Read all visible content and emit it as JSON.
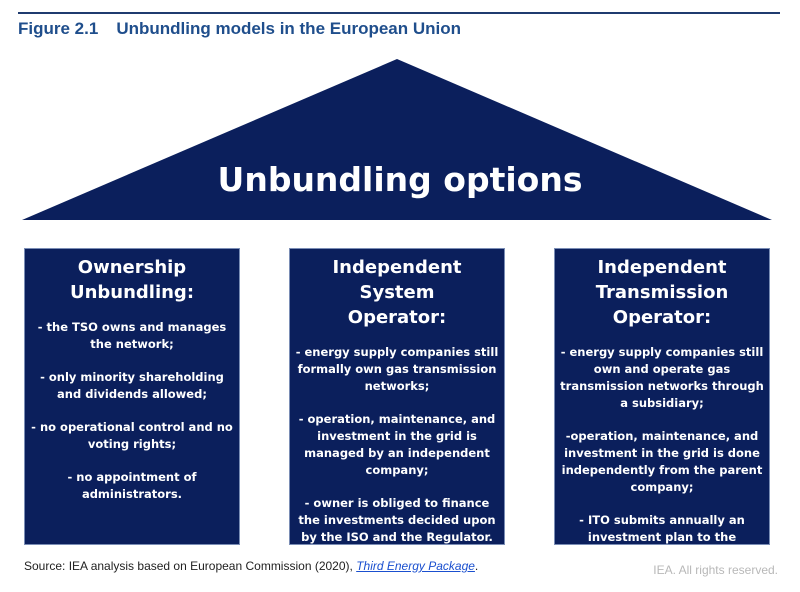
{
  "figure": {
    "label": "Figure 2.1",
    "title": "Unbundling models in the European Union"
  },
  "roof": {
    "text": "Unbundling options",
    "color": "#0b1f5c"
  },
  "pillars": [
    {
      "title_lines": [
        "Ownership",
        "Unbundling:"
      ],
      "points": [
        "- the TSO owns and manages the network;",
        "- only minority shareholding and dividends allowed;",
        "- no operational control and no voting rights;",
        "- no appointment of administrators."
      ]
    },
    {
      "title_lines": [
        "Independent System",
        "Operator:"
      ],
      "points": [
        "- energy supply companies still formally own gas transmission networks;",
        "- operation, maintenance, and investment in the grid is managed by an independent company;",
        "- owner is obliged to finance the investments decided upon by the ISO and the Regulator."
      ]
    },
    {
      "title_lines": [
        "Independent",
        "Transmission Operator:"
      ],
      "points": [
        "- energy supply companies still own and operate gas transmission networks through a subsidiary;",
        "-operation, maintenance, and investment in the grid is done independently from the parent company;",
        "- ITO submits annually an investment plan to the Regulator."
      ]
    }
  ],
  "source": {
    "prefix": "Source: IEA analysis based on European Commission (2020), ",
    "link_text": "Third Energy Package",
    "suffix": "."
  },
  "rights": "IEA. All rights reserved."
}
